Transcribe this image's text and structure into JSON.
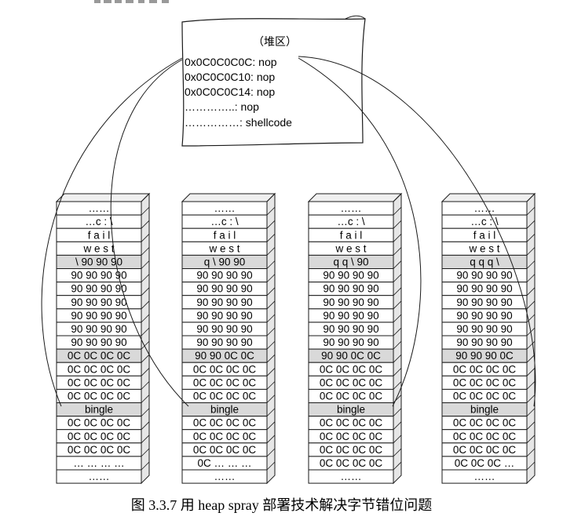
{
  "heap": {
    "title": "（堆区）",
    "lines": [
      "0x0C0C0C0C: nop",
      "0x0C0C0C10: nop",
      "0x0C0C0C14: nop",
      "…………..: nop",
      "……………: shellcode"
    ]
  },
  "columns": [
    {
      "cells": [
        {
          "text": "……"
        },
        {
          "text": "…c : \\"
        },
        {
          "text": "f a i l"
        },
        {
          "text": "w e s t"
        },
        {
          "text": "\\ 90 90 90",
          "hl": true
        },
        {
          "text": "90 90 90 90"
        },
        {
          "text": "90 90 90 90"
        },
        {
          "text": "90 90 90 90"
        },
        {
          "text": "90 90 90 90"
        },
        {
          "text": "90 90 90 90"
        },
        {
          "text": "90 90 90 90"
        },
        {
          "text": "0C 0C 0C 0C",
          "hl": true
        },
        {
          "text": "0C 0C 0C 0C"
        },
        {
          "text": "0C 0C 0C 0C"
        },
        {
          "text": "0C 0C 0C 0C"
        },
        {
          "text": "bingle",
          "hl": true
        },
        {
          "text": "0C 0C 0C 0C"
        },
        {
          "text": "0C 0C 0C 0C"
        },
        {
          "text": "0C 0C 0C 0C"
        },
        {
          "text": "… … … …"
        },
        {
          "text": "……"
        }
      ]
    },
    {
      "cells": [
        {
          "text": "……"
        },
        {
          "text": "…c : \\"
        },
        {
          "text": "f a i l"
        },
        {
          "text": "w e s t"
        },
        {
          "text": "q \\ 90 90",
          "hl": true
        },
        {
          "text": "90 90 90 90"
        },
        {
          "text": "90 90 90 90"
        },
        {
          "text": "90 90 90 90"
        },
        {
          "text": "90 90 90 90"
        },
        {
          "text": "90 90 90 90"
        },
        {
          "text": "90 90 90 90"
        },
        {
          "text": "90 90 0C 0C",
          "hl": true
        },
        {
          "text": "0C 0C 0C 0C"
        },
        {
          "text": "0C 0C 0C 0C"
        },
        {
          "text": "0C 0C 0C 0C"
        },
        {
          "text": "bingle",
          "hl": true
        },
        {
          "text": "0C 0C 0C 0C"
        },
        {
          "text": "0C 0C 0C 0C"
        },
        {
          "text": "0C 0C 0C 0C"
        },
        {
          "text": "0C … … …"
        },
        {
          "text": "……"
        }
      ]
    },
    {
      "cells": [
        {
          "text": "……"
        },
        {
          "text": "…c : \\"
        },
        {
          "text": "f a i l"
        },
        {
          "text": "w e s t"
        },
        {
          "text": "q q \\ 90",
          "hl": true
        },
        {
          "text": "90 90 90 90"
        },
        {
          "text": "90 90 90 90"
        },
        {
          "text": "90 90 90 90"
        },
        {
          "text": "90 90 90 90"
        },
        {
          "text": "90 90 90 90"
        },
        {
          "text": "90 90 90 90"
        },
        {
          "text": "90 90 0C 0C",
          "hl": true
        },
        {
          "text": "0C 0C 0C 0C"
        },
        {
          "text": "0C 0C 0C 0C"
        },
        {
          "text": "0C 0C 0C 0C"
        },
        {
          "text": "bingle",
          "hl": true
        },
        {
          "text": "0C 0C 0C 0C"
        },
        {
          "text": "0C 0C 0C 0C"
        },
        {
          "text": "0C 0C 0C 0C"
        },
        {
          "text": "0C 0C 0C 0C"
        },
        {
          "text": "……"
        }
      ]
    },
    {
      "cells": [
        {
          "text": "……"
        },
        {
          "text": "…c : \\"
        },
        {
          "text": "f a i l"
        },
        {
          "text": "w e s t"
        },
        {
          "text": "q q q \\",
          "hl": true
        },
        {
          "text": "90 90 90 90"
        },
        {
          "text": "90 90 90 90"
        },
        {
          "text": "90 90 90 90"
        },
        {
          "text": "90 90 90 90"
        },
        {
          "text": "90 90 90 90"
        },
        {
          "text": "90 90 90 90"
        },
        {
          "text": "90 90 90 0C",
          "hl": true
        },
        {
          "text": "0C 0C 0C 0C"
        },
        {
          "text": "0C 0C 0C 0C"
        },
        {
          "text": "0C 0C 0C 0C"
        },
        {
          "text": "bingle",
          "hl": true
        },
        {
          "text": "0C 0C 0C 0C"
        },
        {
          "text": "0C 0C 0C 0C"
        },
        {
          "text": "0C 0C 0C 0C"
        },
        {
          "text": "0C 0C 0C …"
        },
        {
          "text": "……"
        }
      ]
    }
  ],
  "caption": "图 3.3.7    用 heap spray 部署技术解决字节错位问题",
  "colors": {
    "stroke": "#1a1a1a",
    "highlight": "#d9d9d9",
    "side_face": "#e6e6e6",
    "top_face": "#f0f0f0"
  }
}
